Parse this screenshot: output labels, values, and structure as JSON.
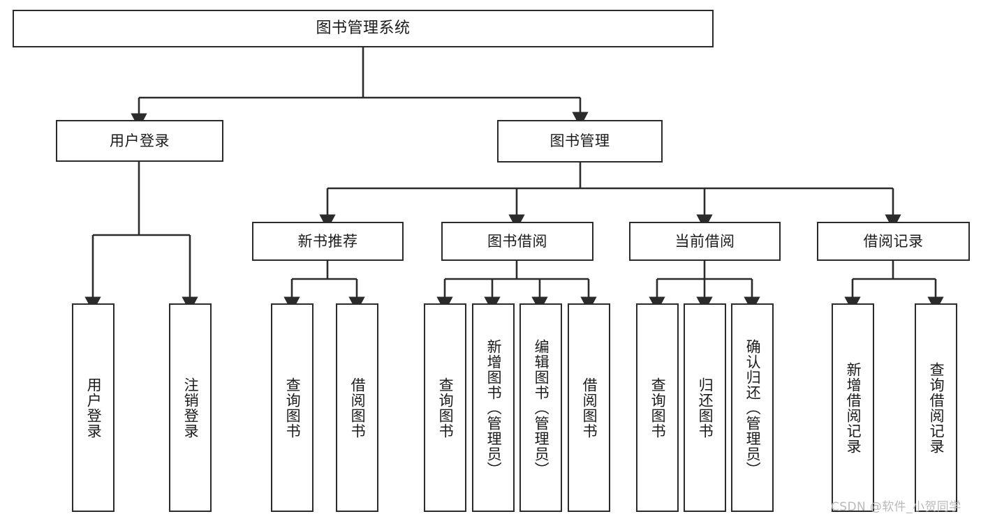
{
  "diagram": {
    "title": "图书管理系统",
    "type": "tree-hierarchy",
    "colors": {
      "stroke": "#2b2b2b",
      "fill": "#ffffff",
      "text": "#1b1b1b",
      "watermark": "#b9b9b9"
    },
    "levels": {
      "root": {
        "label": "图书管理系统"
      },
      "level1": [
        {
          "label": "用户登录"
        },
        {
          "label": "图书管理"
        }
      ],
      "level2": [
        {
          "label": "新书推荐"
        },
        {
          "label": "图书借阅"
        },
        {
          "label": "当前借阅"
        },
        {
          "label": "借阅记录"
        }
      ],
      "leaves": {
        "user_login": [
          {
            "label": "用户登录"
          },
          {
            "label": "注销登录"
          }
        ],
        "new_book": [
          {
            "label": "查询图书"
          },
          {
            "label": "借阅图书"
          }
        ],
        "book_borrow": [
          {
            "label": "查询图书"
          },
          {
            "label": "新增图书（管理员）"
          },
          {
            "label": "编辑图书（管理员）"
          },
          {
            "label": "借阅图书"
          }
        ],
        "current_borrow": [
          {
            "label": "查询图书"
          },
          {
            "label": "归还图书"
          },
          {
            "label": "确认归还（管理员）"
          }
        ],
        "borrow_record": [
          {
            "label": "新增借阅记录"
          },
          {
            "label": "查询借阅记录"
          }
        ]
      }
    }
  },
  "watermark": {
    "text": "CSDN @软件_小贺同学"
  }
}
